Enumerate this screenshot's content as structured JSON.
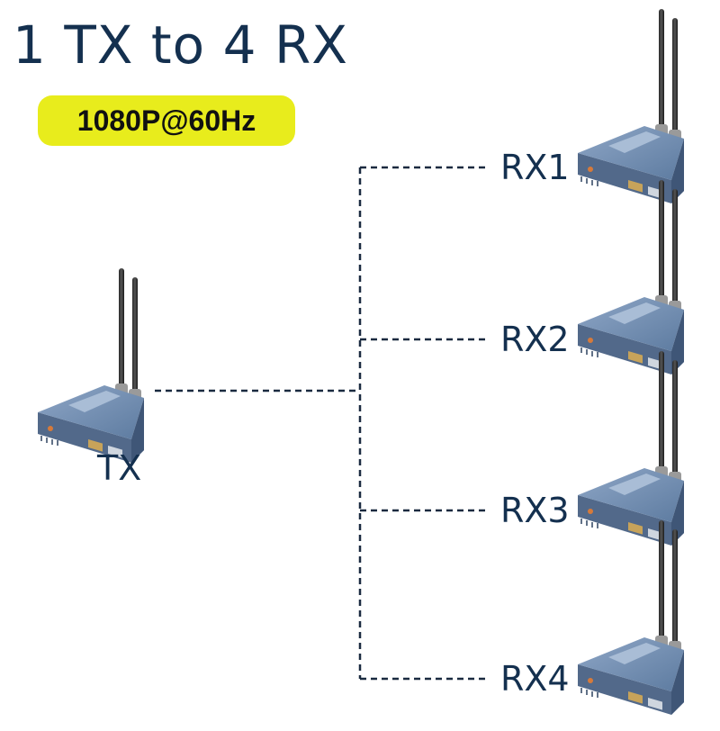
{
  "title": "1 TX to 4 RX",
  "resolution_badge": "1080P@60Hz",
  "transmitter": {
    "label": "TX"
  },
  "receivers": [
    {
      "label": "RX1"
    },
    {
      "label": "RX2"
    },
    {
      "label": "RX3"
    },
    {
      "label": "RX4"
    }
  ],
  "colors": {
    "text": "#14304f",
    "badge": "#e8ec1c",
    "device": "#5f7ea3",
    "line": "#1a2a40"
  }
}
